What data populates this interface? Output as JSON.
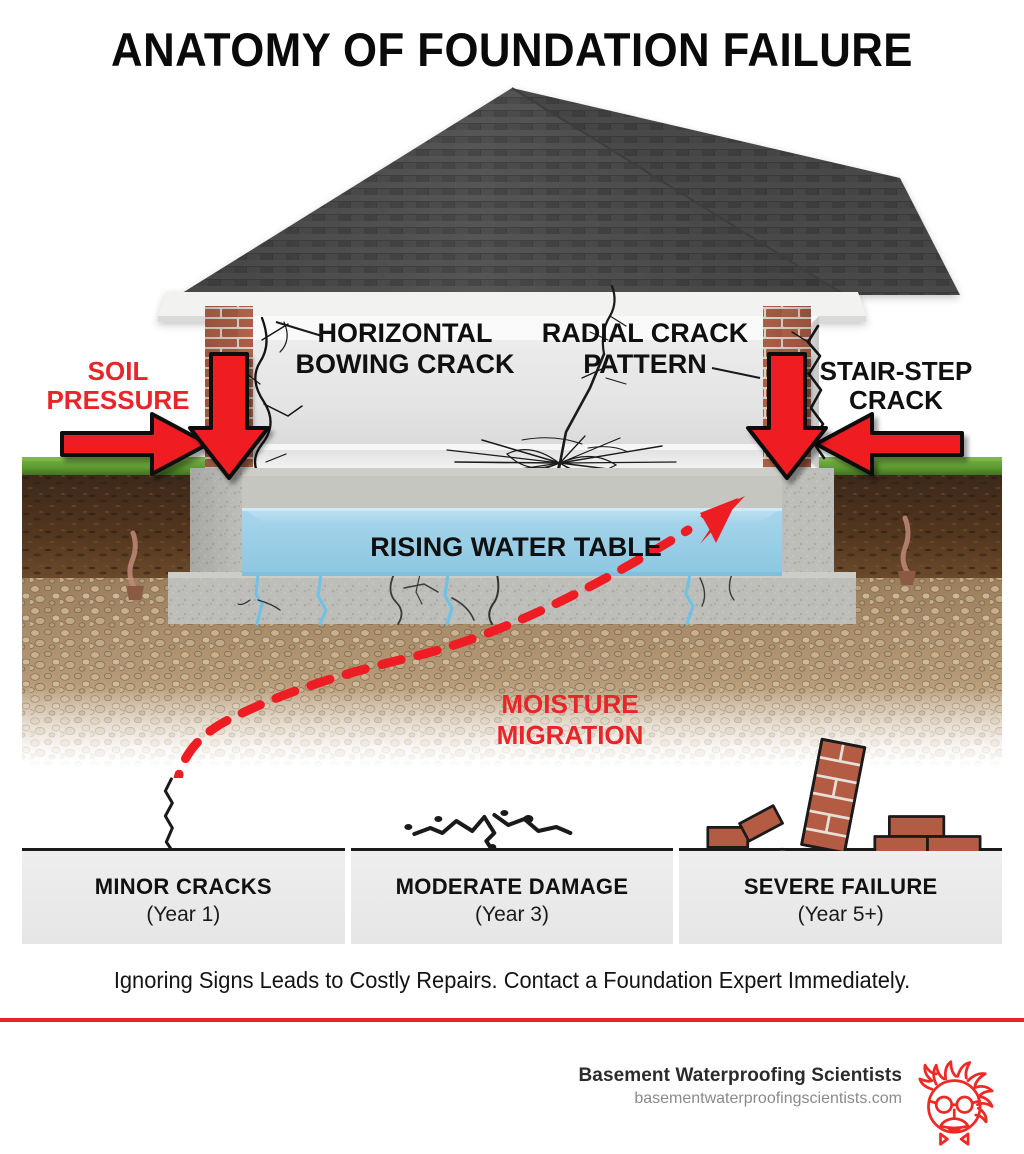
{
  "title": "ANATOMY OF FOUNDATION FAILURE",
  "labels": {
    "soil_pressure_line1": "SOIL",
    "soil_pressure_line2": "PRESSURE",
    "horizontal_crack_line1": "HORIZONTAL",
    "horizontal_crack_line2": "BOWING CRACK",
    "radial_crack_line1": "RADIAL CRACK",
    "radial_crack_line2": "PATTERN",
    "stair_step_line1": "STAIR-STEP",
    "stair_step_line2": "CRACK",
    "water_table": "RISING WATER TABLE",
    "moisture_line1": "MOISTURE",
    "moisture_line2": "MIGRATION"
  },
  "timeline": [
    {
      "title": "MINOR CRACKS",
      "sub": "(Year 1)",
      "icon": "single-crack-icon"
    },
    {
      "title": "MODERATE DAMAGE",
      "sub": "(Year 3)",
      "icon": "wide-crack-icon"
    },
    {
      "title": "SEVERE FAILURE",
      "sub": "(Year 5+)",
      "icon": "collapsed-bricks-icon"
    }
  ],
  "tagline": "Ignoring Signs Leads to Costly Repairs. Contact a Foundation Expert Immediately.",
  "footer": {
    "brand_name": "Basement Waterproofing Scientists",
    "brand_url": "basementwaterproofingscientists.com",
    "logo_icon": "scientist-head-logo"
  },
  "colors": {
    "red": "#e8262a",
    "red_bright": "#ef1c22",
    "text_dark": "#111111",
    "grass": "#5d9c33",
    "topsoil": "#4a3122",
    "gravel": "#a98f6e",
    "concrete": "#b9b9b5",
    "brick": "#a85a44",
    "roof": "#4c4c4c",
    "water": "#a9d8ec",
    "panel": "#ebebeb"
  }
}
